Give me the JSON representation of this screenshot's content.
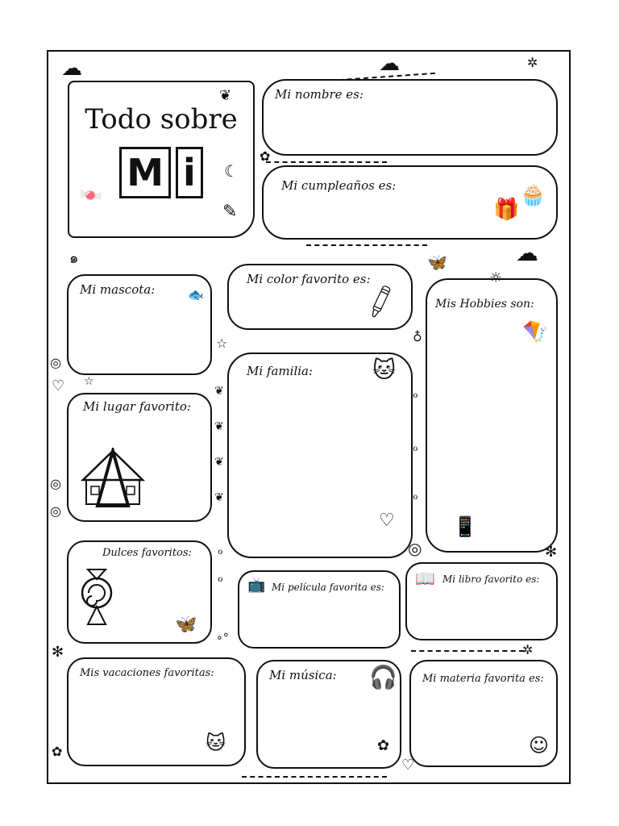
{
  "title": {
    "line1": "Todo sobre",
    "mi_letter1": "M",
    "mi_letter2": "i"
  },
  "fields": {
    "nombre": "Mi nombre es:",
    "cumpleanos": "Mi cumpleaños es:",
    "mascota": "Mi mascota:",
    "color": "Mi color favorito es:",
    "hobbies": "Mis Hobbies son:",
    "familia": "Mi familia:",
    "lugar": "Mi lugar favorito:",
    "dulces": "Dulces favoritos:",
    "pelicula": "Mi película favorita es:",
    "libro": "Mi libro favorito es:",
    "vacaciones": "Mis vacaciones favoritas:",
    "musica": "Mi música:",
    "materia": "Mi materia favorita es:"
  },
  "icons": {
    "gift": "gift-icon",
    "cupcake": "cupcake-icon",
    "crayon": "crayon-icon",
    "kite": "kite-icon",
    "cat": "cat-icon",
    "house": "house-icon",
    "candy": "candy-icon",
    "butterfly": "butterfly-icon",
    "tv": "tv-icon",
    "book": "book-icon",
    "headphones": "headphones-icon",
    "smiley": "smiley-icon",
    "phone": "phone-icon",
    "heart": "heart-icon",
    "fish": "fish-icon",
    "moon": "moon-icon",
    "pencil": "pencil-icon"
  }
}
